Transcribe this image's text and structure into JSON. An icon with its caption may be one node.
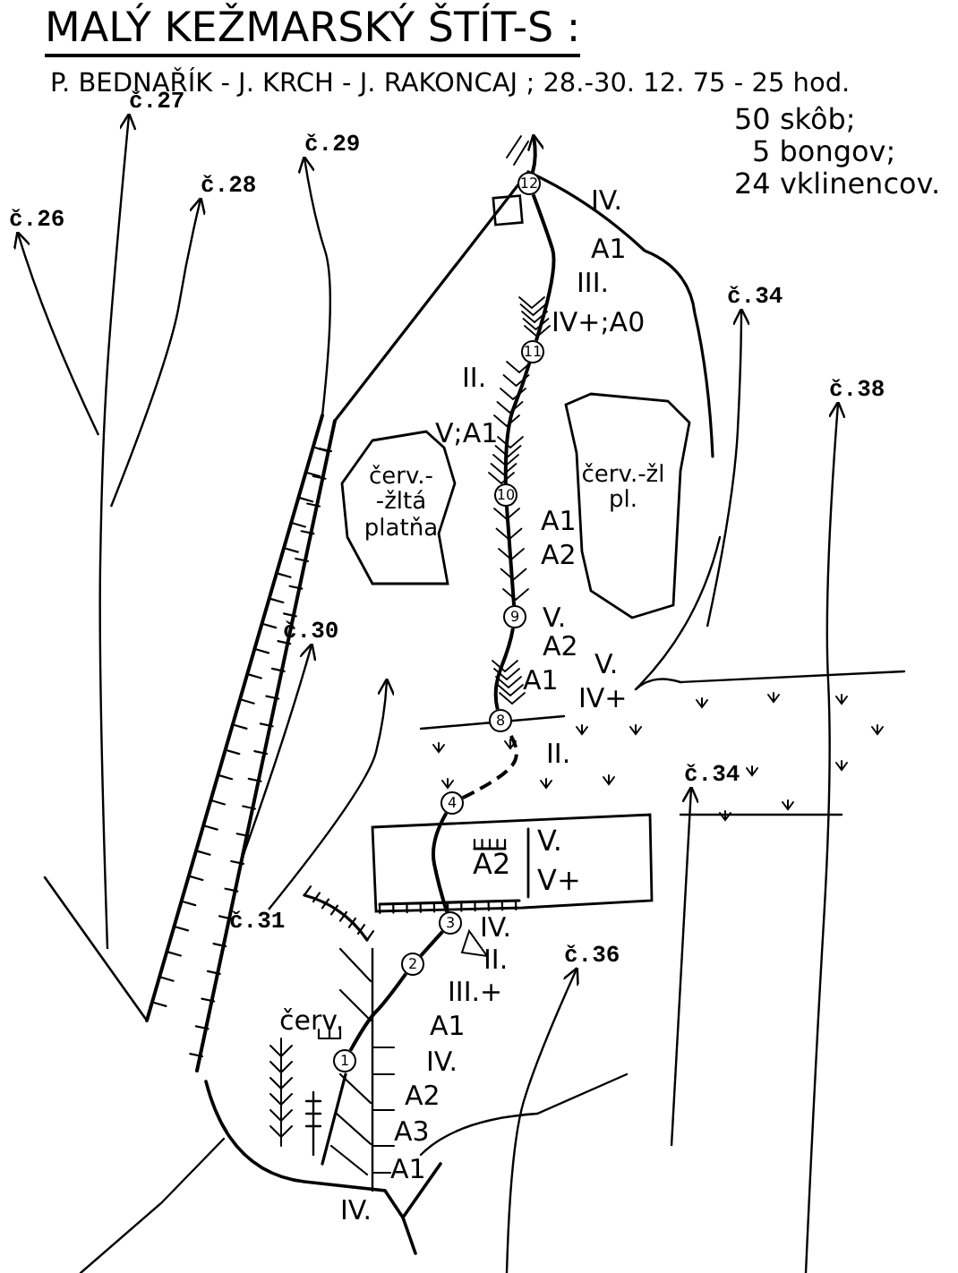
{
  "diagram": {
    "title": "MALÝ KEŽMARSKÝ ŠTÍT-S :",
    "nodes": [
      {
        "text": [
          "č.27"
        ]
      },
      {
        "text": [
          "č.29"
        ]
      },
      {
        "text": [
          "č.28"
        ]
      },
      {
        "text": [
          "č.26"
        ]
      },
      {
        "text": [
          "12"
        ]
      },
      {
        "text": [
          "č.34"
        ]
      },
      {
        "text": [
          "11"
        ]
      },
      {
        "text": [
          "č.38"
        ]
      },
      {
        "text": [
          "červ.-žl pl."
        ]
      },
      {
        "text": [
          "10"
        ]
      },
      {
        "text": [
          "červ.- -žltá platňa"
        ]
      },
      {
        "text": [
          "č.30"
        ]
      },
      {
        "text": [
          "9"
        ]
      },
      {
        "text": [
          "8"
        ]
      },
      {
        "text": [
          "4"
        ]
      },
      {
        "text": [
          "č.34"
        ]
      },
      {
        "text": [
          "3"
        ]
      },
      {
        "text": [
          "č.31"
        ]
      },
      {
        "text": [
          "č.36"
        ]
      },
      {
        "text": [
          "2"
        ]
      },
      {
        "text": [
          "1"
        ]
      }
    ],
    "edges": [
      {
        "from": null,
        "to": 0,
        "arrow": "to"
      },
      {
        "from": null,
        "to": 1,
        "arrow": "to"
      },
      {
        "from": null,
        "to": 2,
        "arrow": "to"
      },
      {
        "from": null,
        "to": 3,
        "arrow": "to"
      },
      {
        "from": null,
        "to": 5,
        "arrow": "to"
      },
      {
        "from": null,
        "to": 7,
        "arrow": "to"
      },
      {
        "from": null,
        "to": 11,
        "arrow": "to"
      },
      {
        "from": null,
        "to": 15,
        "arrow": "to"
      },
      {
        "from": null,
        "to": 18,
        "arrow": "to"
      },
      {
        "from": 17,
        "to": null,
        "arrow": "to"
      },
      {
        "from": 20,
        "to": 19,
        "arrow": "none"
      },
      {
        "from": 19,
        "to": 16,
        "arrow": "none"
      },
      {
        "from": 16,
        "to": 14,
        "arrow": "none"
      },
      {
        "from": 14,
        "to": 13,
        "arrow": "none",
        "style": "dashed"
      },
      {
        "from": 13,
        "to": 12,
        "arrow": "none"
      },
      {
        "from": 12,
        "to": 9,
        "arrow": "none"
      },
      {
        "from": 9,
        "to": 6,
        "arrow": "none"
      },
      {
        "from": 6,
        "to": 4,
        "arrow": "none"
      },
      {
        "from": 4,
        "to": null,
        "arrow": "to"
      }
    ],
    "labels": [
      "P. BEDNAŘÍK - J. KRCH - J. RAKONCAJ ; 28.-30. 12. 75 - 25 hod.",
      "50 skôb;",
      "5 bongov;",
      "24 vklinencov.",
      "IV.",
      "A1",
      "III.",
      "IV+;A0",
      "II.",
      "V;A1",
      "A1",
      "A2",
      "V.",
      "A2",
      "V.",
      "A1",
      "IV+",
      "II.",
      "V.",
      "A2",
      "V+",
      "IV.",
      "II.",
      "III.+",
      "A1",
      "IV.",
      "červ.",
      "A2",
      "A3",
      "A1",
      "IV."
    ]
  }
}
